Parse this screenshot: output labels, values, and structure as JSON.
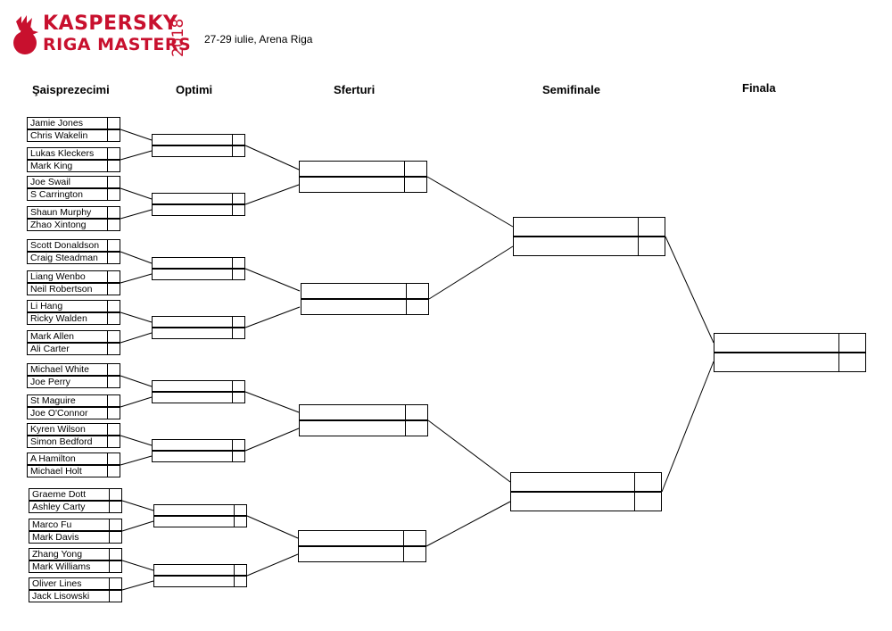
{
  "header": {
    "logo_line1": "KASPERSKY",
    "logo_line2": "RIGA MASTERS",
    "logo_year": "2018",
    "event": "27-29 iulie, Arena Riga"
  },
  "rounds": [
    "Şaisprezecimi",
    "Optimi",
    "Sferturi",
    "Semifinale",
    "Finala"
  ],
  "round_of_32": [
    [
      "Jamie Jones",
      "Chris Wakelin"
    ],
    [
      "Lukas Kleckers",
      "Mark King"
    ],
    [
      "Joe Swail",
      "S Carrington"
    ],
    [
      "Shaun Murphy",
      "Zhao Xintong"
    ],
    [
      "Scott Donaldson",
      "Craig Steadman"
    ],
    [
      "Liang Wenbo",
      "Neil Robertson"
    ],
    [
      "Li Hang",
      "Ricky Walden"
    ],
    [
      "Mark Allen",
      "Ali Carter"
    ],
    [
      "Michael White",
      "Joe Perry"
    ],
    [
      "St Maguire",
      "Joe O'Connor"
    ],
    [
      "Kyren Wilson",
      "Simon Bedford"
    ],
    [
      "A Hamilton",
      "Michael Holt"
    ],
    [
      "Graeme Dott",
      "Ashley Carty"
    ],
    [
      "Marco Fu",
      "Mark Davis"
    ],
    [
      "Zhang Yong",
      "Mark Williams"
    ],
    [
      "Oliver Lines",
      "Jack Lisowski"
    ]
  ],
  "colors": {
    "brand": "#c8102e",
    "line": "#000000"
  }
}
